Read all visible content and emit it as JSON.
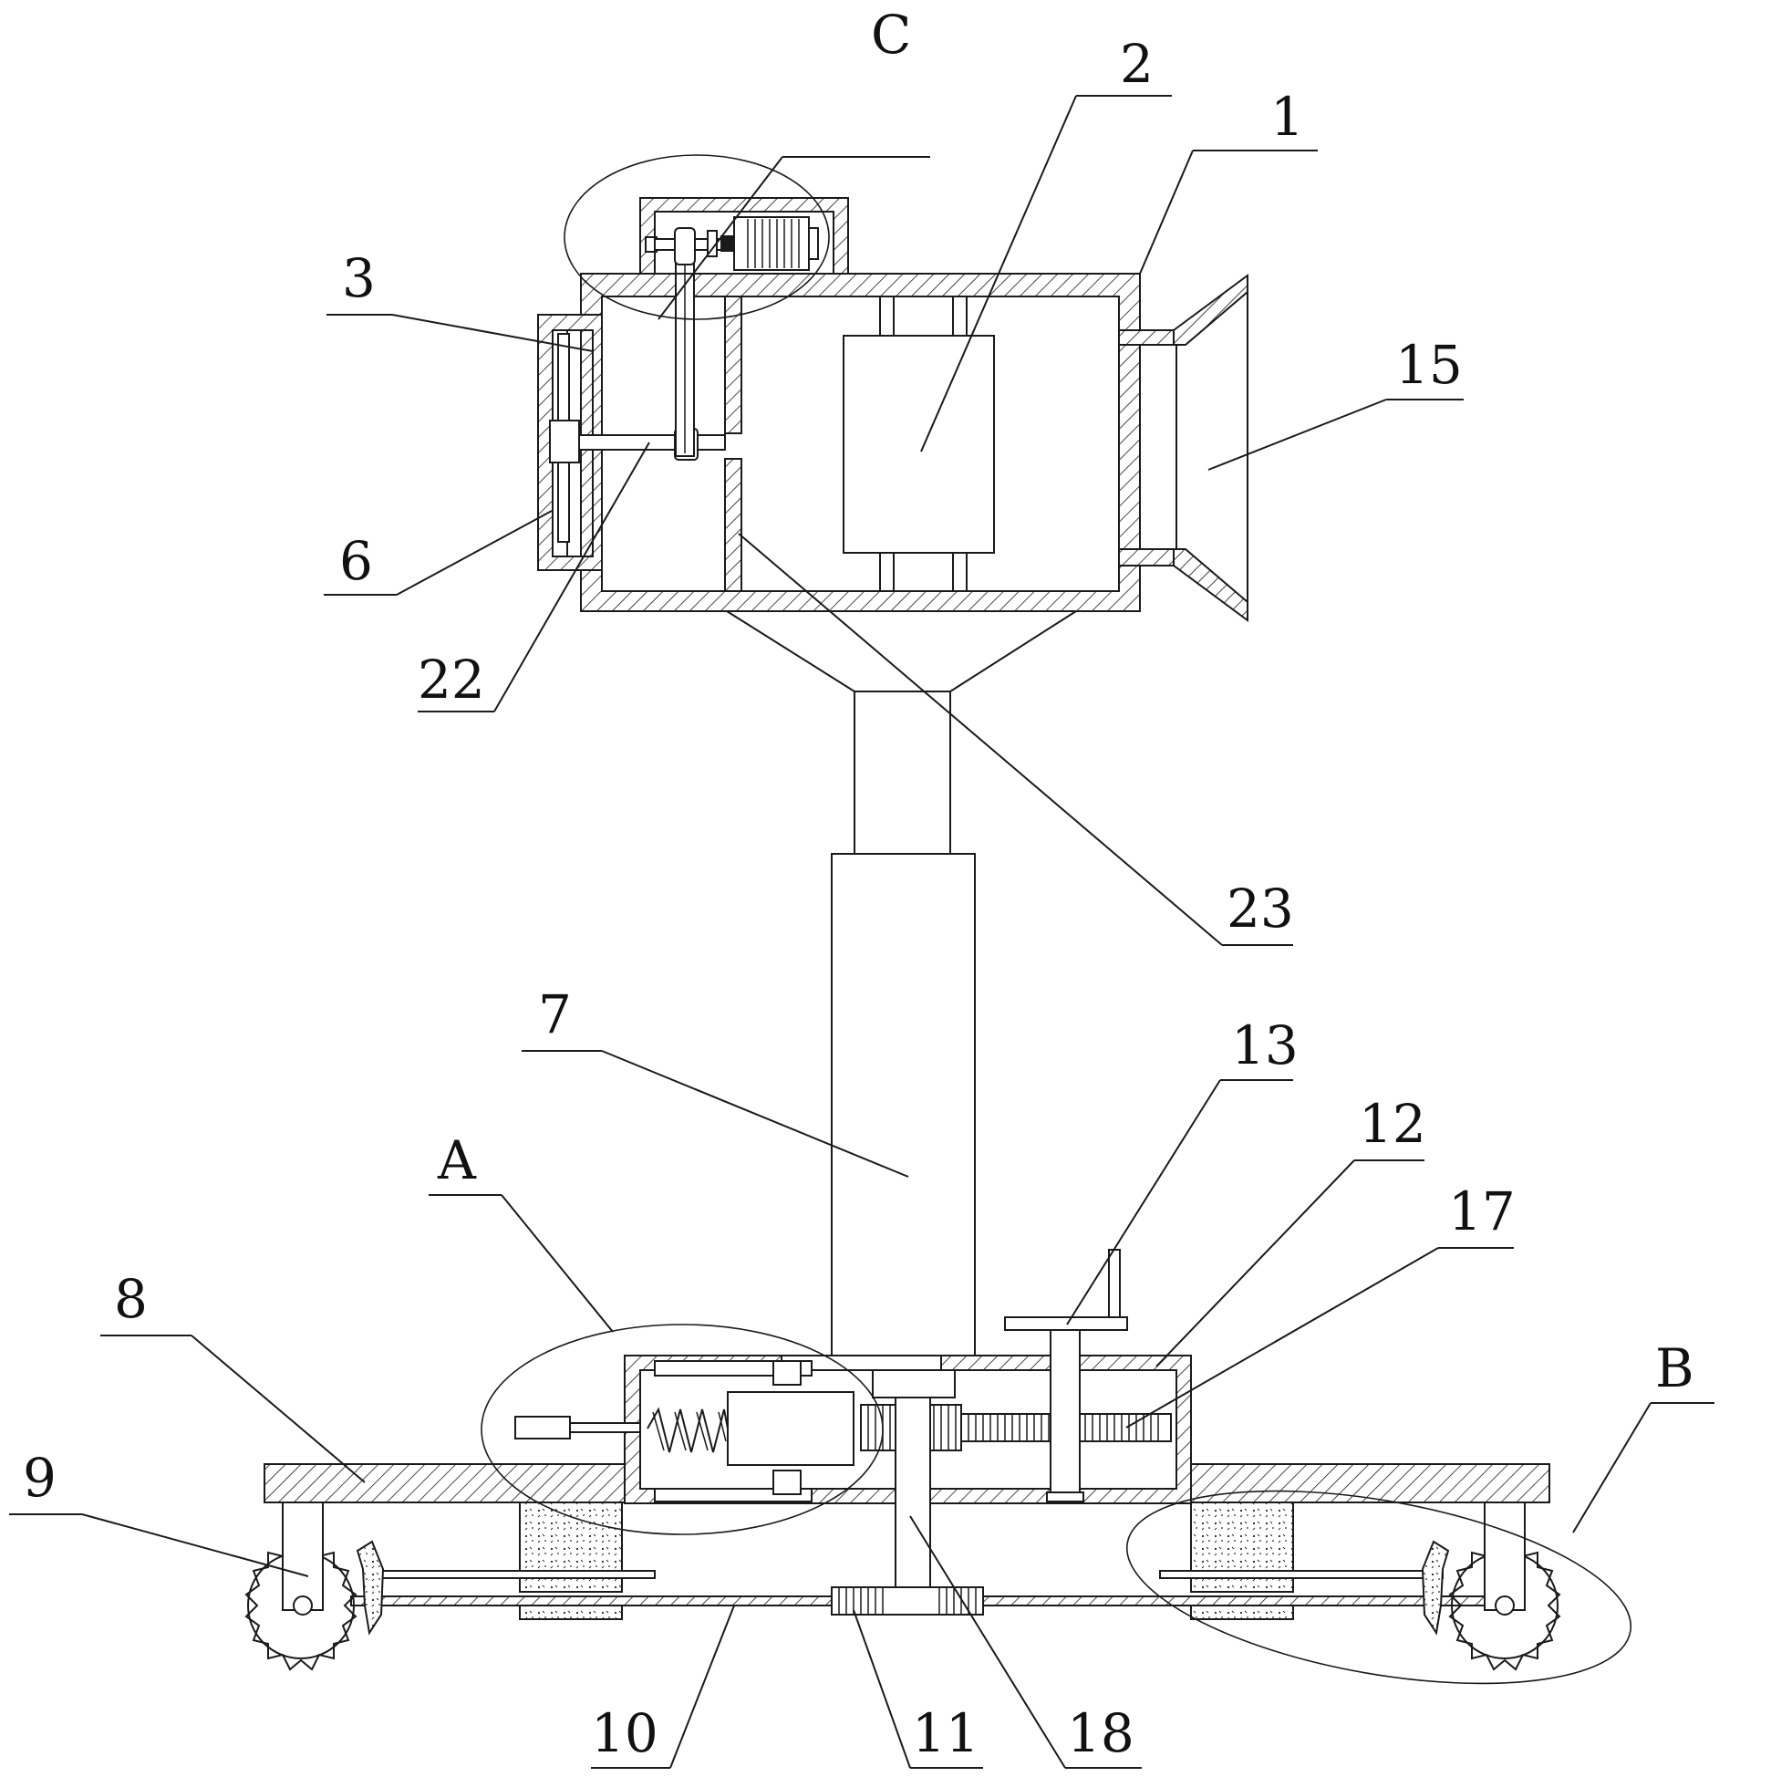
{
  "labels": {
    "l1": "1",
    "l2": "2",
    "l3": "3",
    "l6": "6",
    "l7": "7",
    "l8": "8",
    "l9": "9",
    "l10": "10",
    "l11": "11",
    "l12": "12",
    "l13": "13",
    "l15": "15",
    "l17": "17",
    "l18": "18",
    "l22": "22",
    "l23": "23",
    "lA": "A",
    "lB": "B",
    "lC": "C"
  },
  "colors": {
    "line": "#1a1a1a",
    "background": "#ffffff"
  }
}
